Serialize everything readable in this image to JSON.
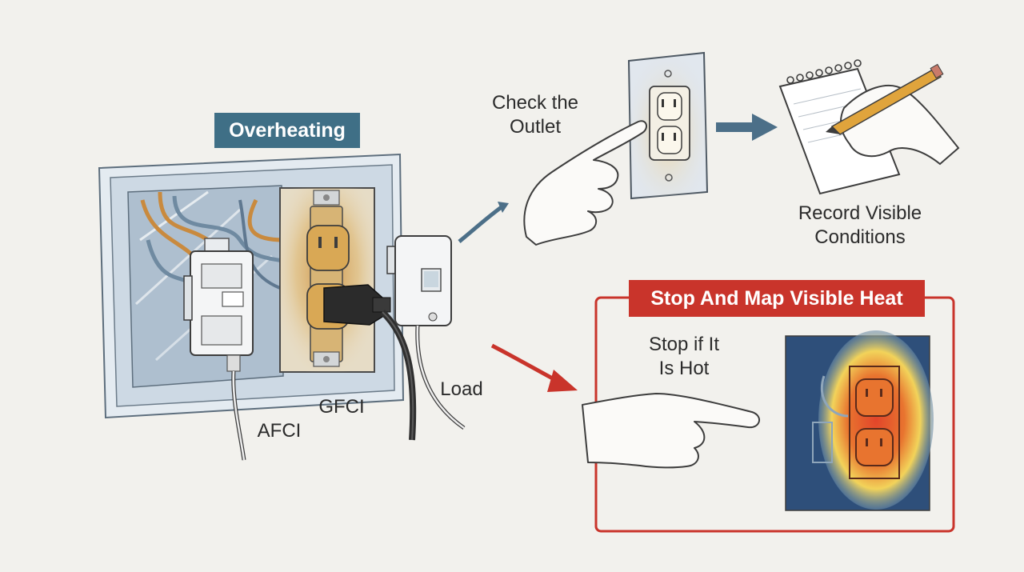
{
  "labels": {
    "overheating": "Overheating",
    "check_outlet_line1": "Check the",
    "check_outlet_line2": "Outlet",
    "record_line1": "Record Visible",
    "record_line2": "Conditions",
    "stop_map_title": "Stop And Map Visible Heat",
    "stop_hot_line1": "Stop if It",
    "stop_hot_line2": "Is Hot",
    "afci": "AFCI",
    "gfci": "GFCI",
    "load": "Load"
  },
  "colors": {
    "background": "#f2f1ed",
    "blue_badge": "#3f6f86",
    "red_accent": "#c9342b",
    "thermal_blue": "#2e4f7a",
    "heat_red": "#e2452a",
    "heat_yellow": "#f2d35a",
    "scorch": "#d69a3a"
  },
  "icons": {
    "hand_pointing": "hand-pointing-icon",
    "notepad": "notepad-icon",
    "pencil": "pencil-icon"
  }
}
